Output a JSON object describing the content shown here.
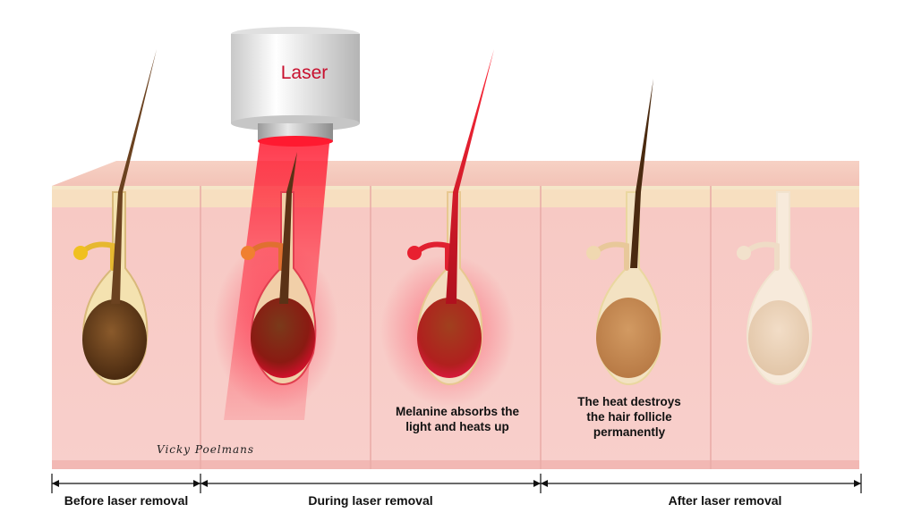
{
  "diagram": {
    "laser_label": "Laser",
    "signature": "Vicky Poelmans",
    "annotations": {
      "melanine": [
        "Melanine absorbs the",
        "light and heats up"
      ],
      "heat": [
        "The heat destroys",
        "the hair follicle",
        "permanently"
      ]
    },
    "stages": {
      "before": "Before laser removal",
      "during": "During laser removal",
      "after": "After laser removal"
    }
  }
}
